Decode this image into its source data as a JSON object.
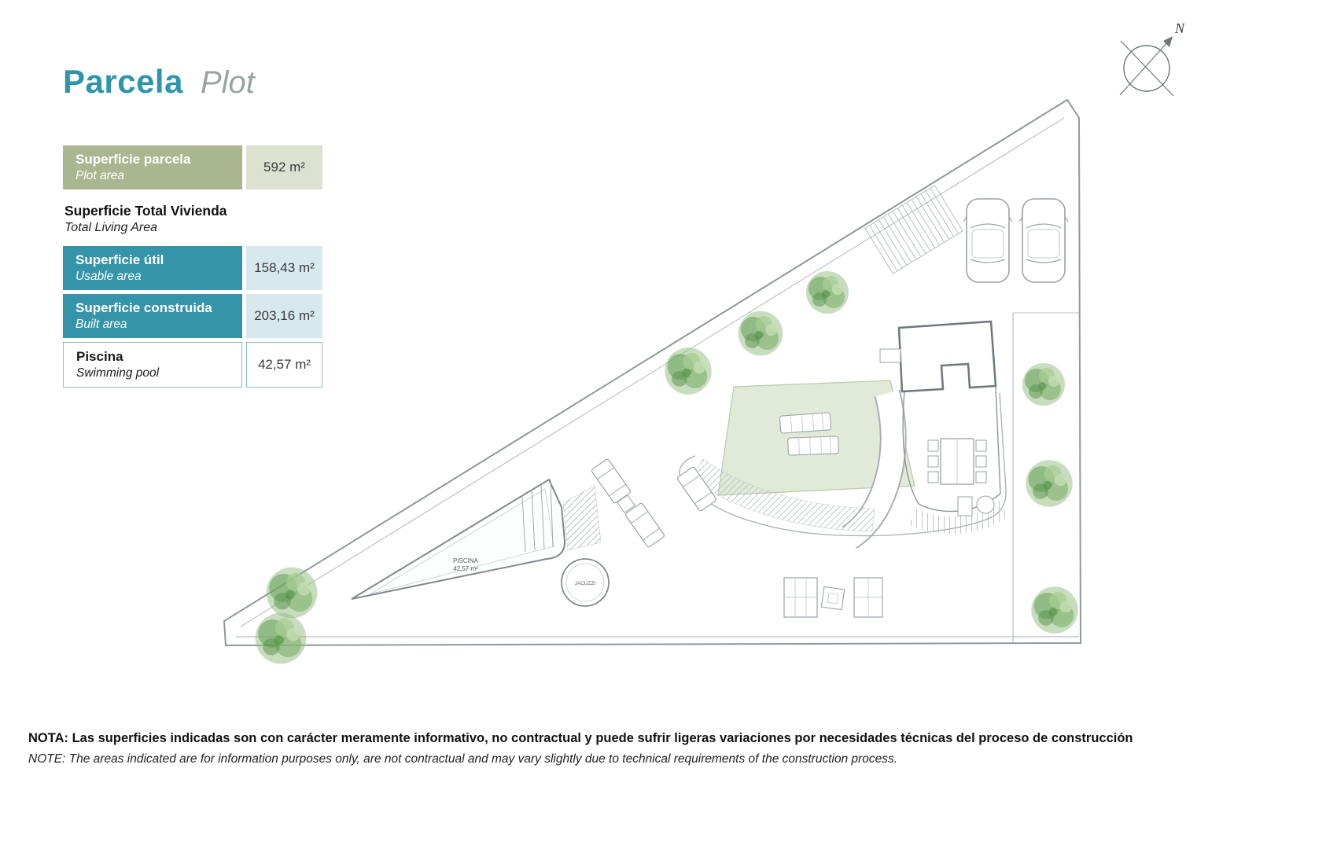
{
  "header": {
    "title_es": "Parcela",
    "title_en": "Plot"
  },
  "areas_table": {
    "plot_row": {
      "label_es": "Superficie parcela",
      "label_en": "Plot area",
      "value": "592 m²"
    },
    "section_heading": {
      "es": "Superficie Total Vivienda",
      "en": "Total Living Area"
    },
    "usable_row": {
      "label_es": "Superficie útil",
      "label_en": "Usable area",
      "value": "158,43 m²"
    },
    "built_row": {
      "label_es": "Superficie construida",
      "label_en": "Built area",
      "value": "203,16 m²"
    },
    "pool_row": {
      "label_es": "Piscina",
      "label_en": "Swimming pool",
      "value": "42,57 m²"
    }
  },
  "site_plan": {
    "pool_label": "PISCINA",
    "pool_area": "42,57 m²",
    "jacuzzi_label": "JACUZZI",
    "compass_label": "N"
  },
  "footnote": {
    "es": "NOTA: Las superficies indicadas son con carácter meramente informativo, no contractual y puede sufrir ligeras variaciones por necesidades técnicas del proceso de construcción",
    "en": "NOTE: The areas indicated are for information purposes only, are not contractual and may vary slightly due to technical requirements of the construction process."
  },
  "colors": {
    "title_teal": "#2D95AC",
    "title_gray": "#9AA49F",
    "sage": "#A9B690",
    "sage_light": "#DCE1D0",
    "teal": "#3594A9",
    "teal_light": "#D8E9EE",
    "pool_row_border": "#86BECB",
    "lawn_green": "#E1EAD8",
    "tree_green": "#76A968",
    "plan_line": "#9AA2A8"
  }
}
